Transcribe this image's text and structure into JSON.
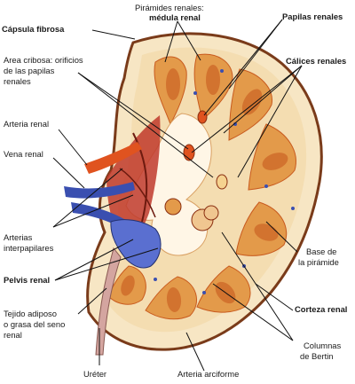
{
  "labels": {
    "capsula": "Cápsula fibrosa",
    "piramides_1": "Pirámides renales:",
    "piramides_2": "médula renal",
    "papilas": "Papilas renales",
    "calices": "Cálices renales",
    "area_1": "Area cribosa: orificios",
    "area_2": "de las papilas",
    "area_3": "renales",
    "arteria_renal": "Arteria renal",
    "vena_renal": "Vena renal",
    "arterias_inter_1": "Arterias",
    "arterias_inter_2": "interpapilares",
    "pelvis": "Pelvis renal",
    "tejido_1": "Tejido adiposo",
    "tejido_2": "o grasa del seno",
    "tejido_3": "renal",
    "ureter": "Uréter",
    "arteria_arciforme": "Arteria arciforme",
    "columnas_1": "Columnas",
    "columnas_2": "de Bertin",
    "corteza": "Corteza renal",
    "base_1": "Base de",
    "base_2": "la pirámide"
  },
  "colors": {
    "capsule": "#7a3b1a",
    "cortex": "#f7e6c4",
    "pyramid": "#e39a4a",
    "pyramid_dark": "#c85a1e",
    "artery": "#e0531f",
    "vein": "#3a4fb0",
    "sinus": "#fff6e6",
    "leader": "#111111"
  }
}
